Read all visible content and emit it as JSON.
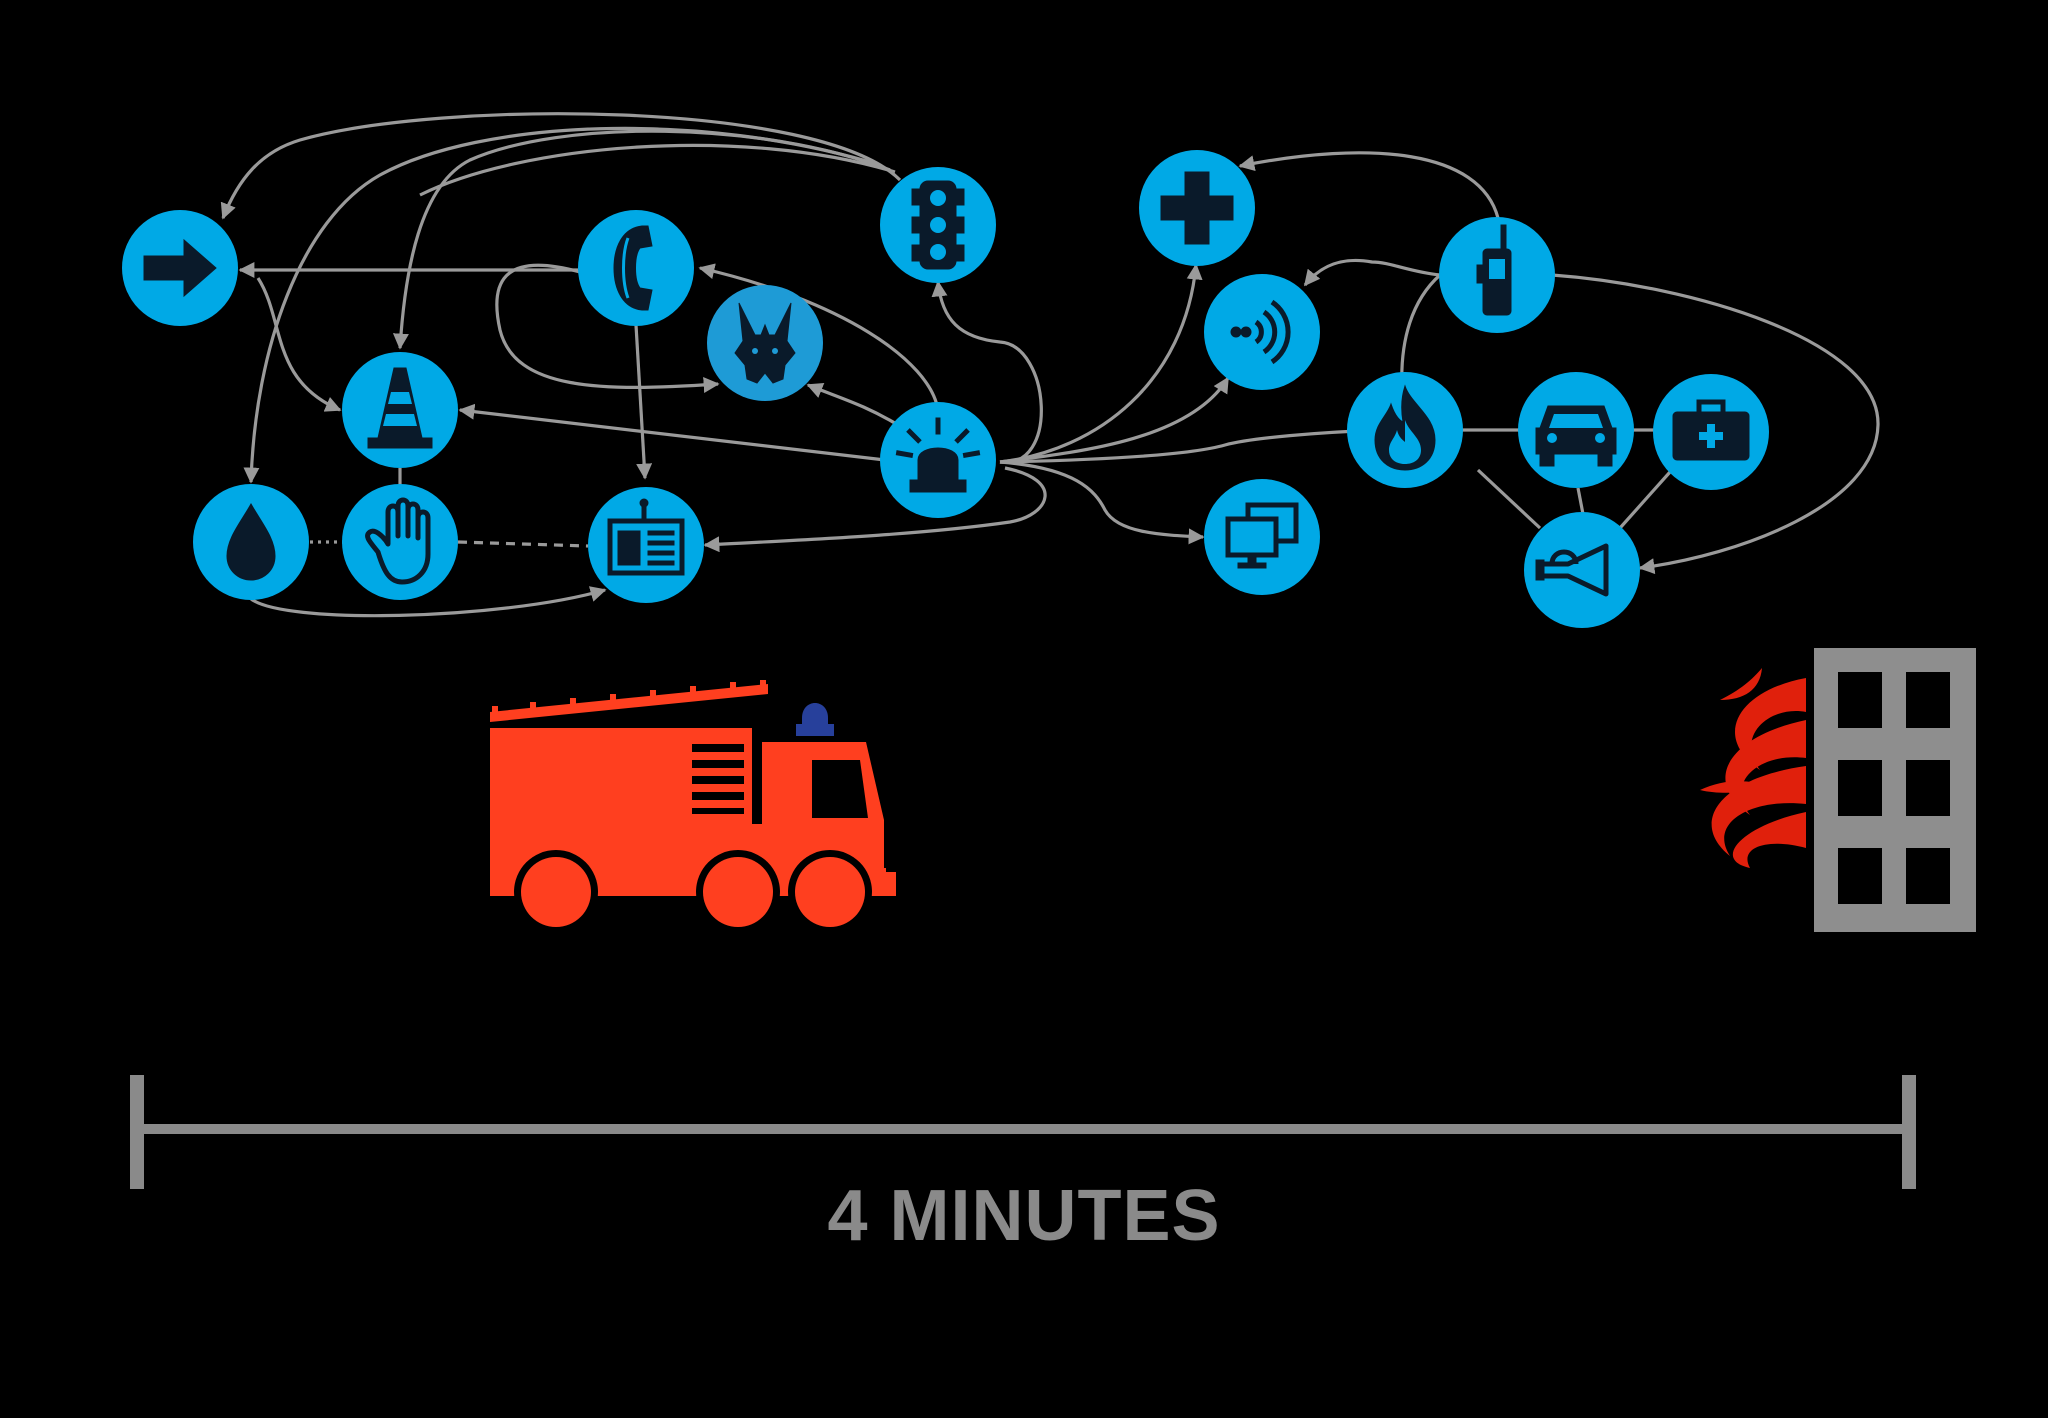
{
  "colors": {
    "background": "#000000",
    "node": "#00a9e6",
    "node_icon": "#0a1a2a",
    "edge": "#9a9a9a",
    "truck": "#ff3f1f",
    "beacon": "#27409b",
    "building": "#8e8e8e",
    "flames": "#e0200c",
    "timeline": "#8a8a8a"
  },
  "nodes": [
    {
      "id": "detour",
      "icon": "arrow-right-icon"
    },
    {
      "id": "phone",
      "icon": "phone-icon"
    },
    {
      "id": "traffic-light",
      "icon": "traffic-light-icon"
    },
    {
      "id": "medical",
      "icon": "medical-cross-icon"
    },
    {
      "id": "walkie",
      "icon": "walkie-talkie-icon"
    },
    {
      "id": "wolf",
      "icon": "wolf-icon"
    },
    {
      "id": "cone",
      "icon": "traffic-cone-icon"
    },
    {
      "id": "siren",
      "icon": "siren-icon"
    },
    {
      "id": "wifi",
      "icon": "wireless-signal-icon"
    },
    {
      "id": "fire",
      "icon": "fire-icon"
    },
    {
      "id": "car",
      "icon": "car-icon"
    },
    {
      "id": "firstaid",
      "icon": "first-aid-kit-icon"
    },
    {
      "id": "water",
      "icon": "water-drop-icon"
    },
    {
      "id": "hand",
      "icon": "stop-hand-icon"
    },
    {
      "id": "radio",
      "icon": "radio-icon"
    },
    {
      "id": "monitors",
      "icon": "computer-screens-icon"
    },
    {
      "id": "horn",
      "icon": "horn-icon"
    }
  ],
  "scene": {
    "truck": "fire-truck-icon",
    "building": "burning-building-icon"
  },
  "timeline": {
    "label": "4 MINUTES"
  }
}
